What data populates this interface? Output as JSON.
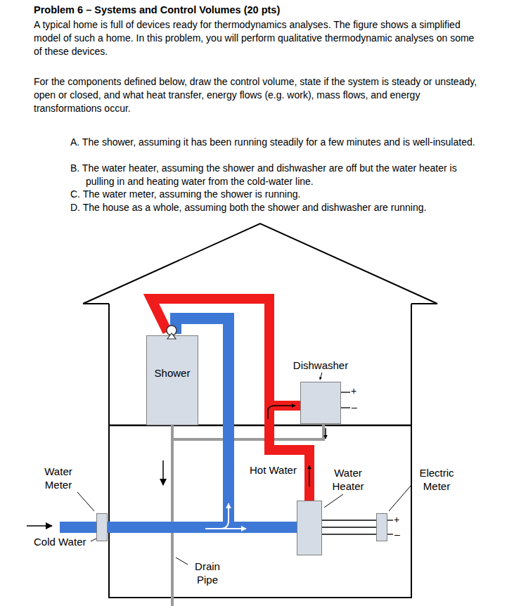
{
  "diagram": {
    "title": "Problem 6 – Systems and Control Volumes (20 pts)",
    "nodes": [
      {
        "text": [
          "Shower"
        ]
      },
      {
        "text": [
          "Dishwasher"
        ]
      },
      {
        "text": [
          "Water Meter"
        ]
      },
      {
        "text": [
          "Water Heater"
        ]
      },
      {
        "text": [
          "Electric Meter"
        ]
      }
    ],
    "edges": [
      {
        "from": 2,
        "to": 3,
        "arrow": "none"
      },
      {
        "from": 2,
        "to": 0,
        "arrow": "none"
      },
      {
        "from": 3,
        "to": 0,
        "arrow": "none"
      },
      {
        "from": 3,
        "to": 1,
        "arrow": "none"
      },
      {
        "from": 4,
        "to": 3,
        "arrow": "none"
      }
    ],
    "labels": [
      "A typical home is full of devices ready for thermodynamics analyses. The figure shows a simplified model of such a home. In this problem, you will perform qualitative thermodynamic analyses on some of these devices.",
      "For the components defined below, draw the control volume, state if the system is steady or unsteady, open or closed, and what heat transfer, energy flows (e.g. work), mass flows, and energy transformations occur.",
      "A. The shower, assuming it has been running steadily for a few minutes and is well-insulated.",
      "B. The water heater, assuming the shower and dishwasher are off but the water heater is pulling in and heating water from the cold-water line.",
      "C. The water meter, assuming the shower is running.",
      "D. The house as a whole, assuming both the shower and dishwasher are running.",
      "Hot Water",
      "Cold Water",
      "Drain Pipe",
      "+",
      "–",
      "+",
      "–"
    ]
  }
}
